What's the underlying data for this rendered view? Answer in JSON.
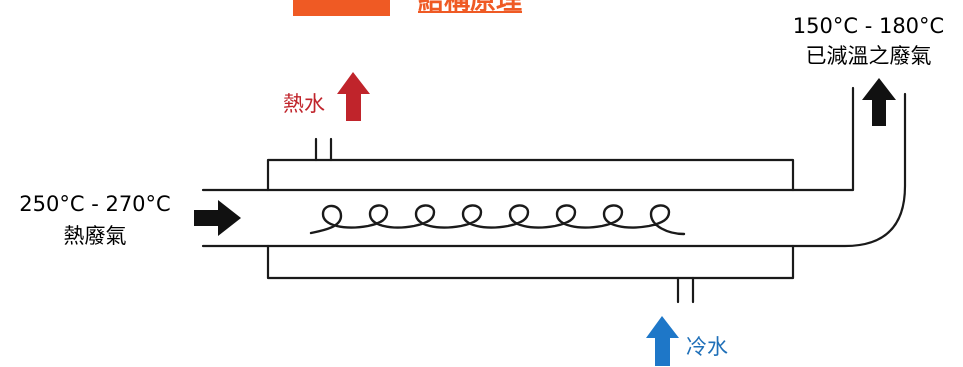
{
  "title": {
    "text": "結構原理"
  },
  "inlet": {
    "temperature": "250°C - 270°C",
    "label": "熱廢氣"
  },
  "outlet": {
    "temperature": "150°C - 180°C",
    "label": "已減溫之廢氣"
  },
  "hot_water": {
    "label": "熱水"
  },
  "cold_water": {
    "label": "冷水"
  },
  "colors": {
    "badge": "#ef5a24",
    "hot_arrow": "#c0242b",
    "cold_arrow": "#1e77c8",
    "hot_text": "#c0242b",
    "cold_text": "#1e6fb8",
    "line": "#1a1a1a"
  }
}
